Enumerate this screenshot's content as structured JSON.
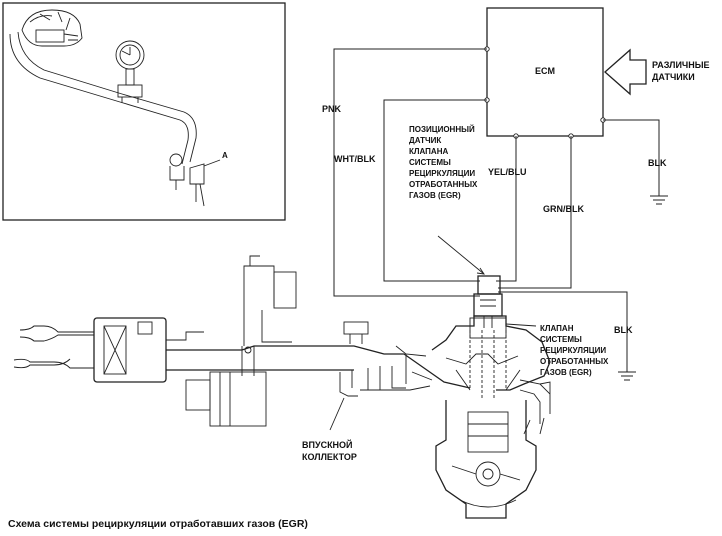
{
  "labels": {
    "ecm": "ECM",
    "sensors": [
      "РАЗЛИЧНЫЕ",
      "ДАТЧИКИ"
    ],
    "pnk": "PNK",
    "wht_blk": "WHT/BLK",
    "yel_blu": "YEL/BLU",
    "grn_blk": "GRN/BLK",
    "blk_top": "BLK",
    "blk_bottom": "BLK",
    "position_sensor": [
      "ПОЗИЦИОННЫЙ",
      "ДАТЧИК",
      "КЛАПАНА",
      "СИСТЕМЫ",
      "РЕЦИРКУЛЯЦИИ",
      "ОТРАБОТАННЫХ",
      "ГАЗОВ (EGR)"
    ],
    "egr_valve": [
      "КЛАПАН",
      "СИСТЕМЫ",
      "РЕЦИРКУЛЯЦИИ",
      "ОТРАБОТАННЫХ",
      "ГАЗОВ (EGR)"
    ],
    "intake": [
      "ВПУСКНОЙ",
      "КОЛЛЕКТОР"
    ],
    "point_a": "A",
    "caption": "Схема системы рециркуляции отработавших газов (EGR)"
  }
}
